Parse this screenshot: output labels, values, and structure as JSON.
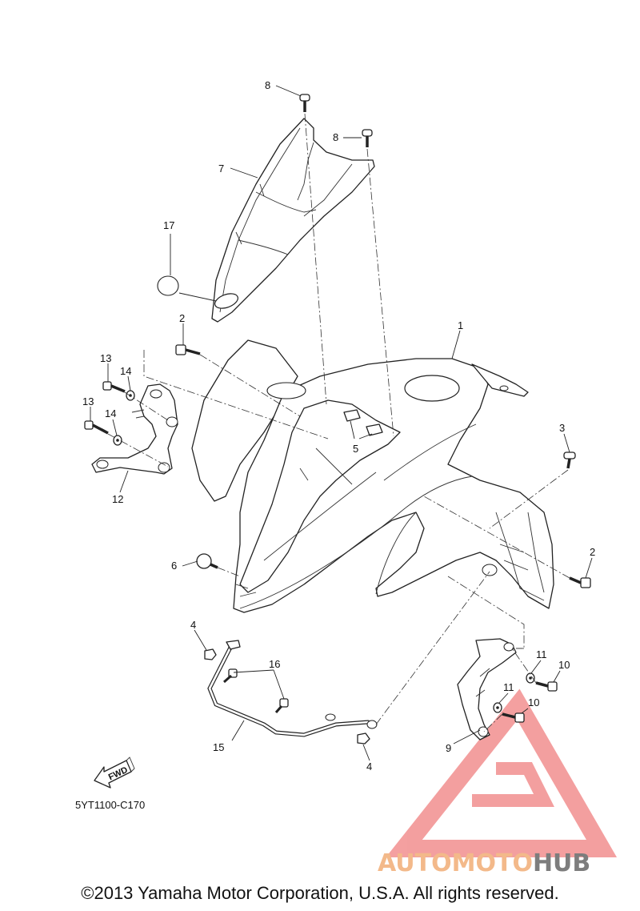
{
  "diagram": {
    "ref_code": "5YT1100-C170",
    "fwd_label": "FWD",
    "callouts": [
      {
        "id": "c8a",
        "num": "8"
      },
      {
        "id": "c8b",
        "num": "8"
      },
      {
        "id": "c7",
        "num": "7"
      },
      {
        "id": "c17",
        "num": "17"
      },
      {
        "id": "c2a",
        "num": "2"
      },
      {
        "id": "c1",
        "num": "1"
      },
      {
        "id": "c13a",
        "num": "13"
      },
      {
        "id": "c14a",
        "num": "14"
      },
      {
        "id": "c13b",
        "num": "13"
      },
      {
        "id": "c14b",
        "num": "14"
      },
      {
        "id": "c5",
        "num": "5"
      },
      {
        "id": "c3",
        "num": "3"
      },
      {
        "id": "c12",
        "num": "12"
      },
      {
        "id": "c6",
        "num": "6"
      },
      {
        "id": "c2b",
        "num": "2"
      },
      {
        "id": "c4a",
        "num": "4"
      },
      {
        "id": "c16",
        "num": "16"
      },
      {
        "id": "c11a",
        "num": "11"
      },
      {
        "id": "c10a",
        "num": "10"
      },
      {
        "id": "c11b",
        "num": "11"
      },
      {
        "id": "c10b",
        "num": "10"
      },
      {
        "id": "c15",
        "num": "15"
      },
      {
        "id": "c9",
        "num": "9"
      },
      {
        "id": "c4b",
        "num": "4"
      }
    ]
  },
  "watermark": {
    "part1": "AUTOMOTO",
    "part2": "HUB",
    "color1": "#f3b98a",
    "color2": "#7d7d7d",
    "logo_color": "#f08080"
  },
  "footer": {
    "copyright": "©2013 Yamaha Motor Corporation, U.S.A. All rights reserved."
  }
}
